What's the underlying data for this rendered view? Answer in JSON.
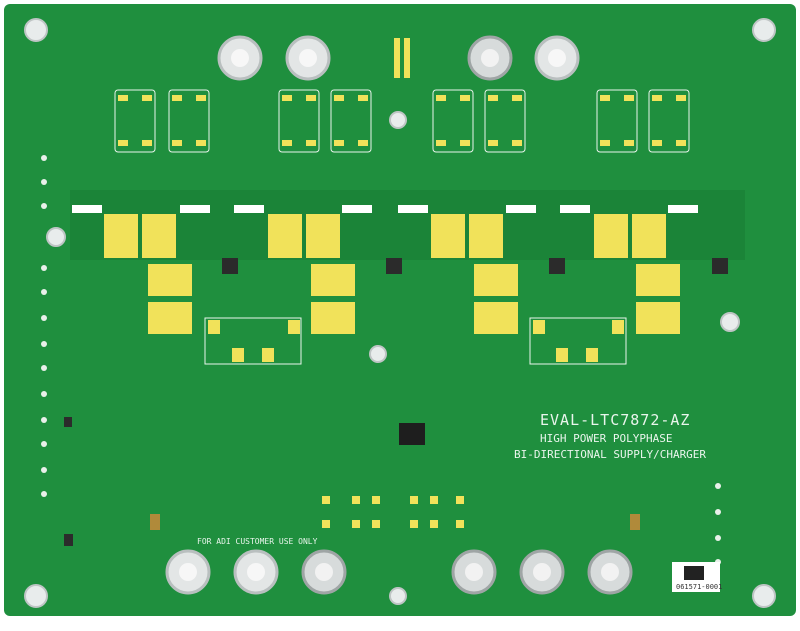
{
  "board": {
    "title": "EVAL-LTC7872-AZ",
    "subtitle_line1": "HIGH POWER POLYPHASE",
    "subtitle_line2": "BI-DIRECTIONAL SUPPLY/CHARGER",
    "customer_note": "FOR ADI CUSTOMER USE ONLY",
    "serial": "061571-0001"
  },
  "colors": {
    "pcb": "#1f8f3e",
    "pcb_dark": "#197a34",
    "pad": "#f1e25a",
    "silk": "#e9f5ec",
    "metal": "#d8dcdc"
  }
}
